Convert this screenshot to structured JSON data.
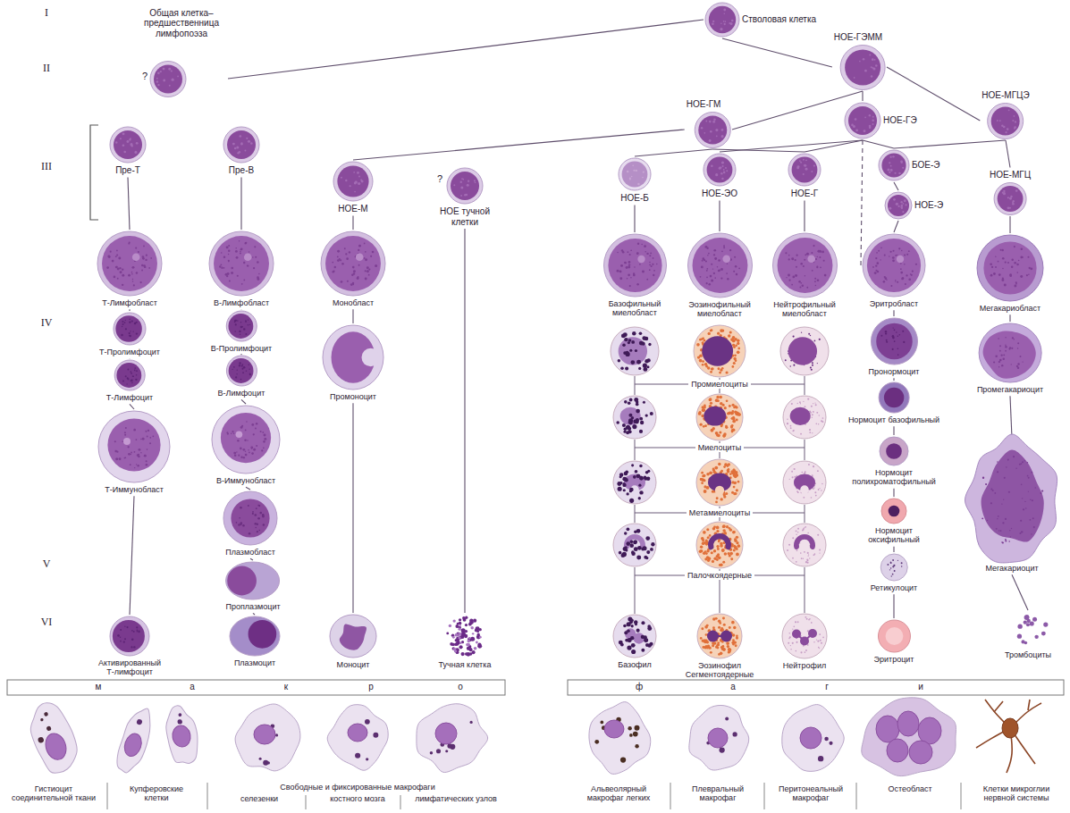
{
  "diagram": {
    "nodes": [
      {
        "text": [
          "Общая клетка–предшественница лимфопоэза",
          "?"
        ]
      },
      {
        "text": [
          "Стволовая клетка"
        ]
      },
      {
        "text": [
          "НОЕ-ГЭММ"
        ]
      },
      {
        "text": [
          "НОЕ-ГМ"
        ]
      },
      {
        "text": [
          "НОЕ-ГЭ"
        ]
      },
      {
        "text": [
          "НОЕ-МГЦЭ"
        ]
      },
      {
        "text": [
          "Пре-Т"
        ]
      },
      {
        "text": [
          "Пре-В"
        ]
      },
      {
        "text": [
          "НОЕ-М"
        ]
      },
      {
        "text": [
          "НОЕ тучной клетки",
          "?"
        ]
      },
      {
        "text": [
          "НОЕ-Б"
        ]
      },
      {
        "text": [
          "НОЕ-ЭО"
        ]
      },
      {
        "text": [
          "НОЕ-Г"
        ]
      },
      {
        "text": [
          "БОЕ-Э"
        ]
      },
      {
        "text": [
          "НОЕ-Э"
        ]
      },
      {
        "text": [
          "НОЕ-МГЦ"
        ]
      },
      {
        "text": [
          "Т-Лимфобласт"
        ]
      },
      {
        "text": [
          "В-Лимфобласт"
        ]
      },
      {
        "text": [
          "Монобласт"
        ]
      },
      {
        "text": [
          "Базофильный миелобласт"
        ]
      },
      {
        "text": [
          "Эозинофильный миелобласт"
        ]
      },
      {
        "text": [
          "Нейтрофильный миелобласт"
        ]
      },
      {
        "text": [
          "Эритробласт"
        ]
      },
      {
        "text": [
          "Мегакариобласт"
        ]
      },
      {
        "text": [
          "Т-Пролимфоцит"
        ]
      },
      {
        "text": [
          "Т-Лимфоцит"
        ]
      },
      {
        "text": [
          "Т-Иммунобласт"
        ]
      },
      {
        "text": [
          "Активированный Т-лимфоцит"
        ]
      },
      {
        "text": [
          "В-Пролимфоцит"
        ]
      },
      {
        "text": [
          "В-Лимфоцит"
        ]
      },
      {
        "text": [
          "В-Иммунобласт"
        ]
      },
      {
        "text": [
          "Плазмобласт"
        ]
      },
      {
        "text": [
          "Проплазмоцит"
        ]
      },
      {
        "text": [
          "Плазмоцит"
        ]
      },
      {
        "text": [
          "Промоноцит"
        ]
      },
      {
        "text": [
          "Моноцит"
        ]
      },
      {
        "text": [
          "Тучная клетка"
        ]
      },
      {
        "text": [
          "Базофил"
        ]
      },
      {
        "text": [
          "Эозинофил"
        ]
      },
      {
        "text": [
          "Нейтрофил"
        ]
      },
      {
        "text": [
          "Пронормоцит"
        ]
      },
      {
        "text": [
          "Нормоцит базофильный"
        ]
      },
      {
        "text": [
          "Нормоцит полихроматофильный"
        ]
      },
      {
        "text": [
          "Нормоцит оксифильный"
        ]
      },
      {
        "text": [
          "Ретикулоцит"
        ]
      },
      {
        "text": [
          "Эритроцит"
        ]
      },
      {
        "text": [
          "Промегакариоцит"
        ]
      },
      {
        "text": [
          "Мегакариоцит"
        ]
      },
      {
        "text": [
          "Тромбоциты"
        ]
      }
    ],
    "edges": [
      {
        "from": 1,
        "to": 0,
        "arrow": "none"
      },
      {
        "from": 1,
        "to": 2,
        "arrow": "none"
      },
      {
        "from": 2,
        "to": 3,
        "arrow": "none"
      },
      {
        "from": 2,
        "to": 4,
        "arrow": "none"
      },
      {
        "from": 2,
        "to": 5,
        "arrow": "none"
      },
      {
        "from": 3,
        "to": 8,
        "arrow": "none"
      },
      {
        "from": 3,
        "to": 10,
        "arrow": "none"
      },
      {
        "from": 3,
        "to": 12,
        "arrow": "none"
      },
      {
        "from": 4,
        "to": 11,
        "arrow": "none"
      },
      {
        "from": 4,
        "to": 12,
        "arrow": "none"
      },
      {
        "from": 4,
        "to": 13,
        "arrow": "none"
      },
      {
        "from": 4,
        "to": 22,
        "arrow": "none"
      },
      {
        "from": 5,
        "to": 13,
        "arrow": "none"
      },
      {
        "from": 5,
        "to": 15,
        "arrow": "none"
      },
      {
        "from": 13,
        "to": 14,
        "arrow": "none"
      },
      {
        "from": 14,
        "to": 22,
        "arrow": "none"
      },
      {
        "from": 6,
        "to": 16,
        "arrow": "none"
      },
      {
        "from": 7,
        "to": 17,
        "arrow": "none"
      },
      {
        "from": 8,
        "to": 18,
        "arrow": "none"
      },
      {
        "from": 9,
        "to": 36,
        "arrow": "none"
      },
      {
        "from": 10,
        "to": 19,
        "arrow": "none"
      },
      {
        "from": 11,
        "to": 20,
        "arrow": "none"
      },
      {
        "from": 12,
        "to": 21,
        "arrow": "none"
      },
      {
        "from": 15,
        "to": 23,
        "arrow": "none"
      },
      {
        "from": 16,
        "to": 24,
        "arrow": "none"
      },
      {
        "from": 24,
        "to": 25,
        "arrow": "none"
      },
      {
        "from": 25,
        "to": 26,
        "arrow": "none"
      },
      {
        "from": 26,
        "to": 27,
        "arrow": "none"
      },
      {
        "from": 17,
        "to": 28,
        "arrow": "none"
      },
      {
        "from": 28,
        "to": 29,
        "arrow": "none"
      },
      {
        "from": 29,
        "to": 30,
        "arrow": "none"
      },
      {
        "from": 30,
        "to": 31,
        "arrow": "none"
      },
      {
        "from": 31,
        "to": 32,
        "arrow": "none"
      },
      {
        "from": 32,
        "to": 33,
        "arrow": "none"
      },
      {
        "from": 18,
        "to": 34,
        "arrow": "none"
      },
      {
        "from": 34,
        "to": 35,
        "arrow": "none"
      },
      {
        "from": 22,
        "to": 40,
        "arrow": "none"
      },
      {
        "from": 40,
        "to": 41,
        "arrow": "none"
      },
      {
        "from": 41,
        "to": 42,
        "arrow": "none"
      },
      {
        "from": 42,
        "to": 43,
        "arrow": "none"
      },
      {
        "from": 43,
        "to": 44,
        "arrow": "none"
      },
      {
        "from": 44,
        "to": 45,
        "arrow": "none"
      },
      {
        "from": 23,
        "to": 46,
        "arrow": "none"
      },
      {
        "from": 46,
        "to": 47,
        "arrow": "none"
      },
      {
        "from": 47,
        "to": 48,
        "arrow": "none"
      }
    ],
    "labels": [
      "I",
      "II",
      "III",
      "IV",
      "V",
      "VI",
      "Промиелоциты",
      "Миелоциты",
      "Метамиелоциты",
      "Палочкоядерные",
      "Сегментоядерные",
      "м",
      "а",
      "к",
      "р",
      "о",
      "ф",
      "а",
      "г",
      "и",
      "Гистиоцит соединительной ткани",
      "Купферовские клетки",
      "Свободные и фиксированные макрофаги",
      "селезенки",
      "костного мозга",
      "лимфатических узлов",
      "Альвеолярный макрофаг легких",
      "Плевральный макрофаг",
      "Перитонеальный макрофаг",
      "Остеобласт",
      "Клетки микроглии нервной системы"
    ]
  }
}
